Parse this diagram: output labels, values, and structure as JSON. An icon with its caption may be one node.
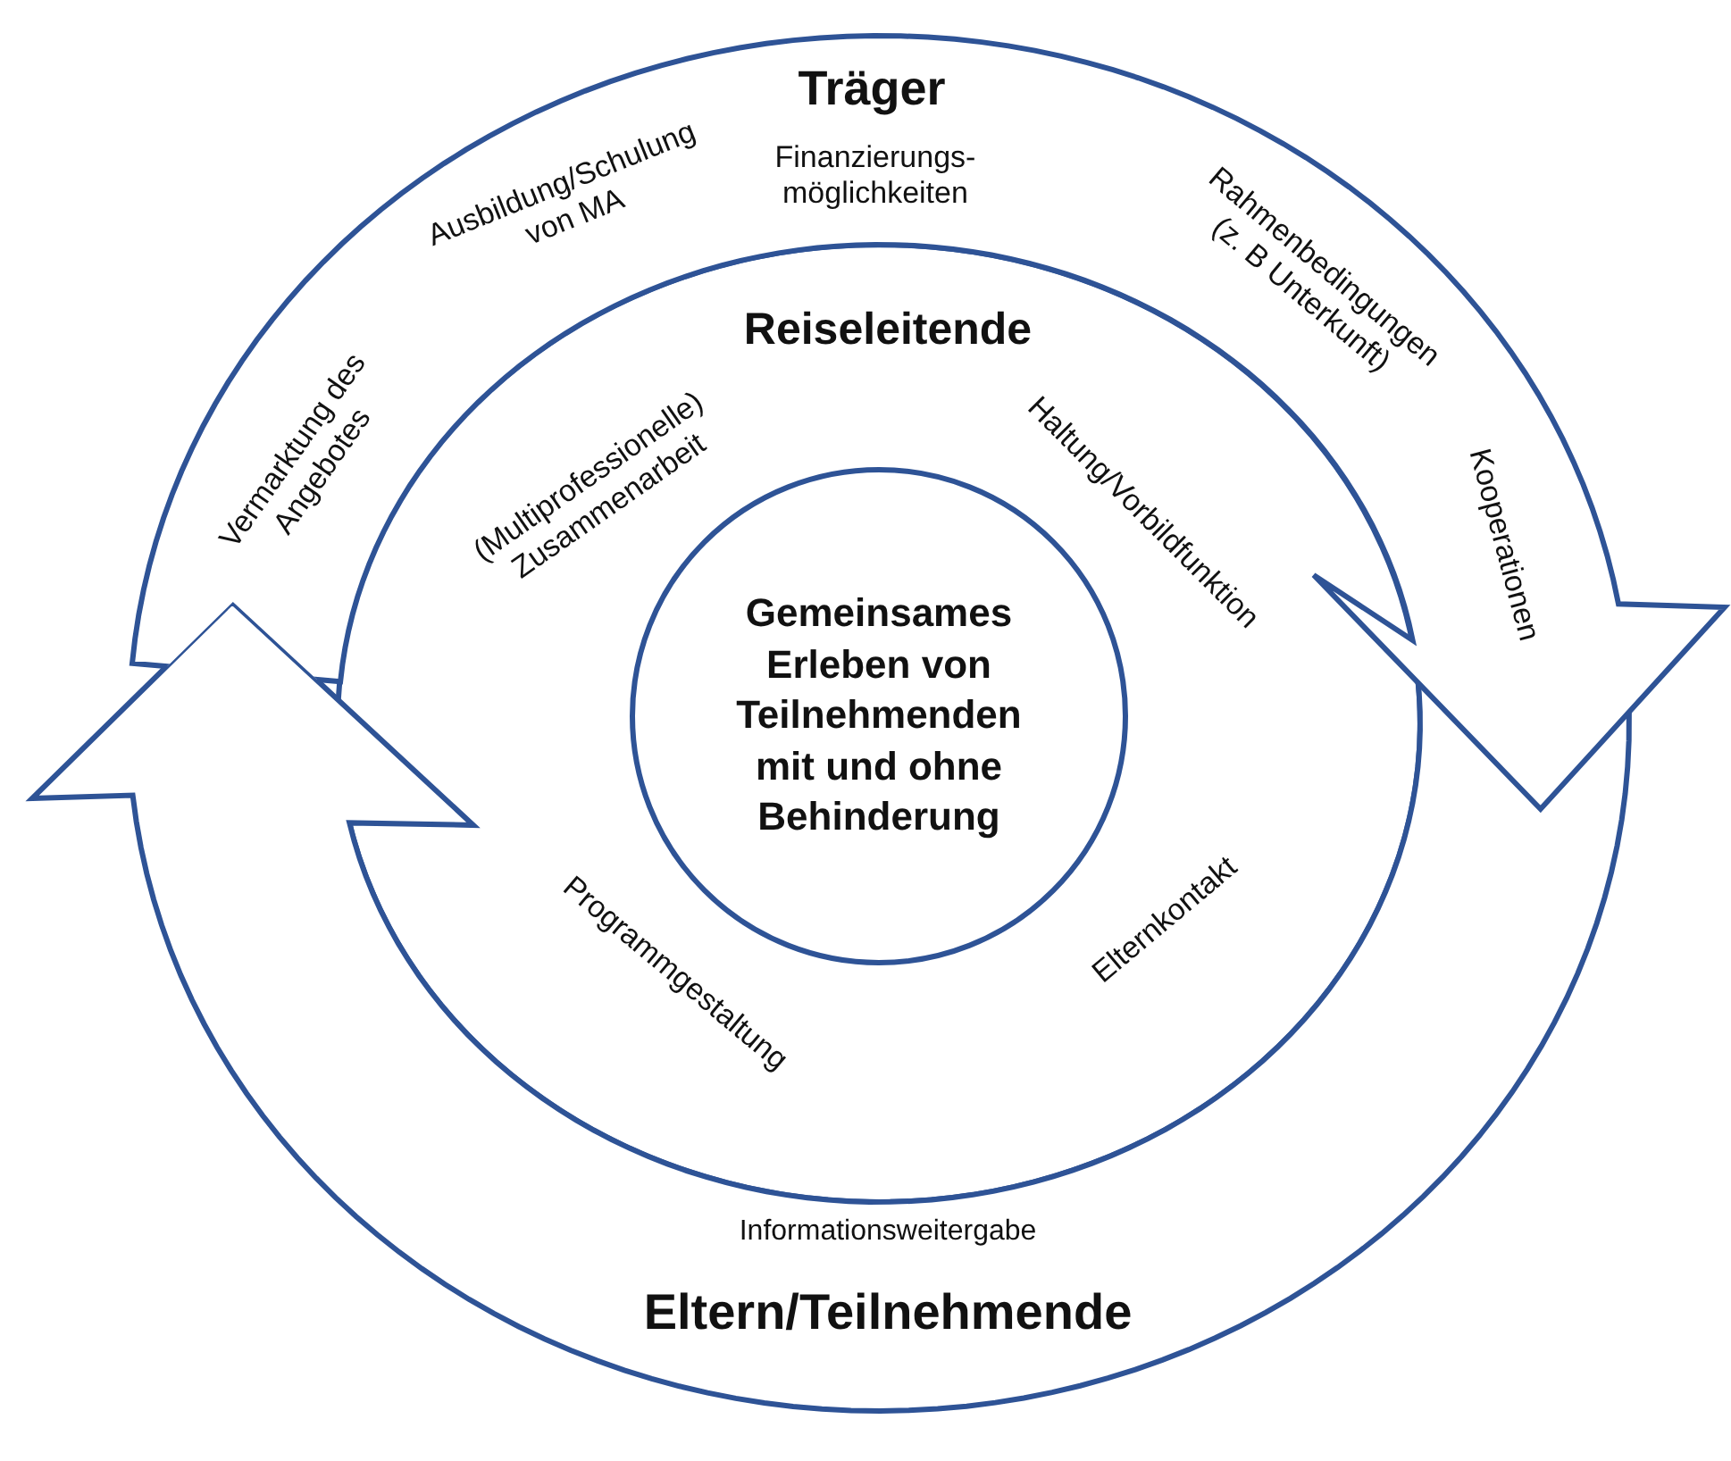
{
  "diagram": {
    "nodes": [
      {
        "text": [
          "Träger",
          "Finanzierungs- möglichkeiten",
          "Ausbildung/Schulung von MA",
          "Vermarktung des Angebotes",
          "Rahmenbedingungen (z. B Unterkunft)",
          "Kooperationen"
        ]
      },
      {
        "text": [
          "Reiseleitende",
          "(Multiprofessionelle) Zusammenarbeit",
          "Haltung/Vorbildfunktion",
          "Programmgestaltung",
          "Elternkontakt"
        ]
      },
      {
        "text": [
          "Gemeinsames Erleben von Teilnehmenden mit und ohne Behinderung"
        ],
        "in": 1
      },
      {
        "text": [
          "Informationsweitergabe",
          "Eltern/Teilnehmende"
        ]
      }
    ]
  }
}
